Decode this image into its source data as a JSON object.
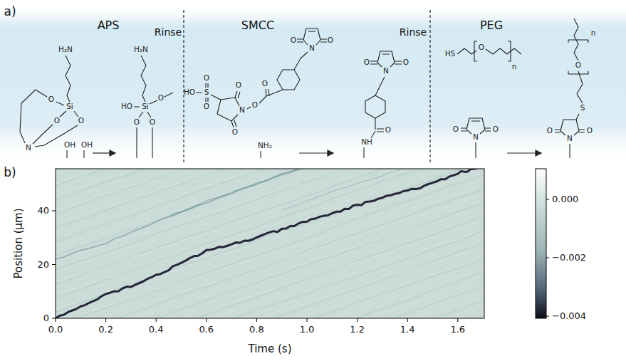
{
  "diagram": {
    "labels": [
      "a)",
      "APS",
      "Rinse",
      "SMCC",
      "Rinse",
      "PEG",
      "H₂N",
      "Si",
      "O",
      "O",
      "O",
      "N",
      "OH",
      "OH",
      "H₂N",
      "HO",
      "Si",
      "O",
      "O",
      "O",
      "HO",
      "S",
      "O",
      "O",
      "O",
      "O",
      "N",
      "O",
      "O",
      "N",
      "O",
      "O",
      "NH₂",
      "NH",
      "O",
      "N",
      "O",
      "O",
      "HS",
      "O",
      "n",
      "N",
      "O",
      "O",
      "O",
      "N",
      "O",
      "S",
      "O",
      "n",
      "b)",
      "0.0",
      "0.2",
      "0.4",
      "0.6",
      "0.8",
      "1.0",
      "1.2",
      "1.4",
      "1.6",
      "0",
      "20",
      "40",
      "Position (µm)",
      "Time (s)",
      "0.000",
      "−0.002",
      "−0.004"
    ]
  }
}
